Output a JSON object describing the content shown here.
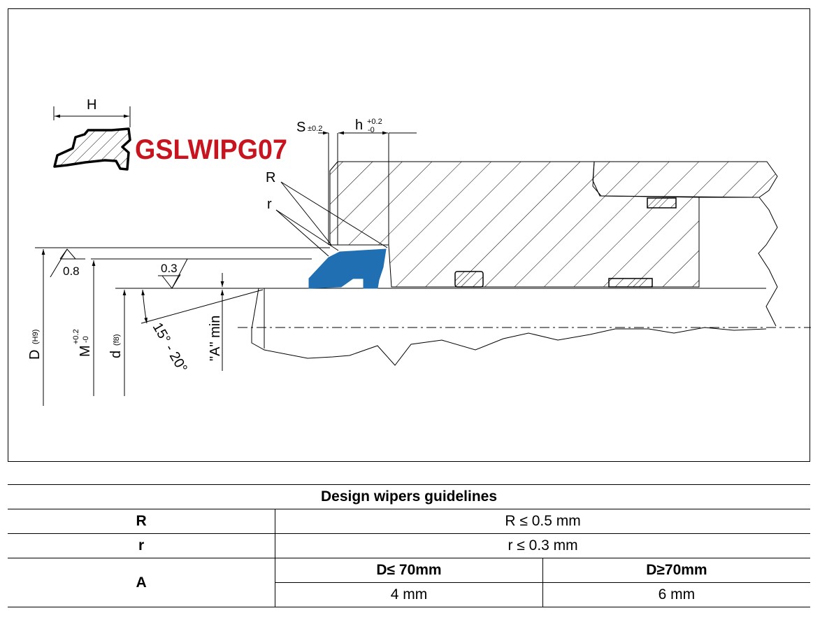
{
  "diagram": {
    "product_code": "GSLWIPG07",
    "labels": {
      "H": "H",
      "S": "S",
      "S_tol": "±0.2",
      "h": "h",
      "h_tol_plus": "+0.2",
      "h_tol_minus": "-0",
      "R": "R",
      "r": "r",
      "roughness_1": "0.8",
      "roughness_2": "0.3",
      "D": "D",
      "D_fit": "(H9)",
      "M": "M",
      "M_tol_plus": "+0.2",
      "M_tol_minus": "-0",
      "d": "d",
      "d_fit": "(f8)",
      "angle": "15° - 20°",
      "A_min": "\"A\" min"
    },
    "colors": {
      "seal": "#1f6fb2",
      "brand": "#c8141e",
      "line": "#000000"
    }
  },
  "table": {
    "title": "Design wipers guidelines",
    "rows": [
      {
        "key": "R",
        "value": "R ≤ 0.5 mm"
      },
      {
        "key": "r",
        "value": "r  ≤ 0.3 mm"
      }
    ],
    "A": {
      "key": "A",
      "headers": [
        "D≤ 70mm",
        "D≥70mm"
      ],
      "values": [
        "4 mm",
        "6 mm"
      ]
    }
  }
}
